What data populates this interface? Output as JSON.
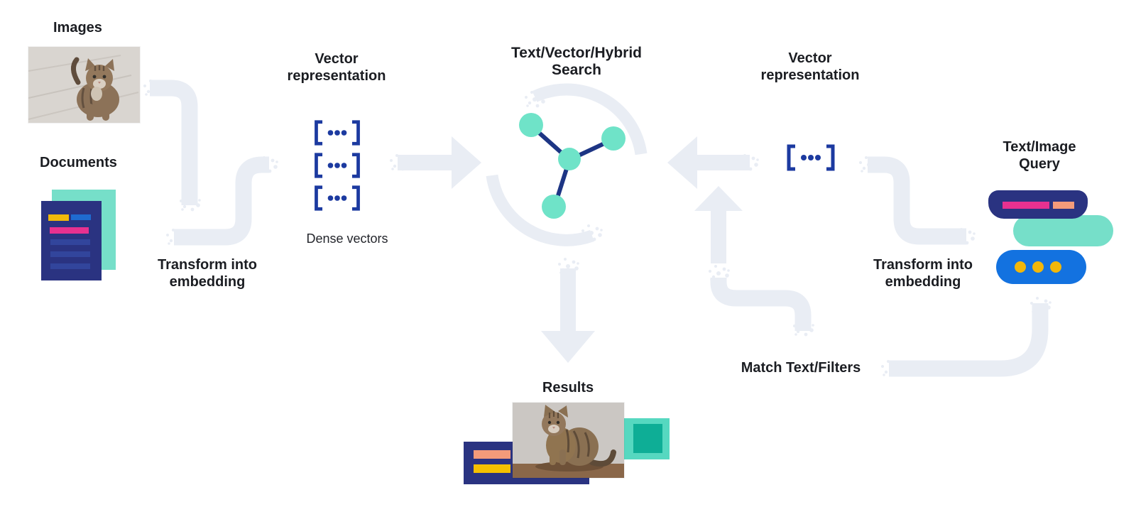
{
  "labels": {
    "images": "Images",
    "documents": "Documents",
    "vector_representation_left": {
      "line1": "Vector",
      "line2": "representation"
    },
    "dense_vectors": "Dense vectors",
    "transform_embedding_left": {
      "line1": "Transform into",
      "line2": "embedding"
    },
    "search_title": {
      "line1": "Text/Vector/Hybrid",
      "line2": "Search"
    },
    "vector_representation_right": {
      "line1": "Vector",
      "line2": "representation"
    },
    "text_image_query": {
      "line1": "Text/Image",
      "line2": "Query"
    },
    "transform_embedding_right": {
      "line1": "Transform into",
      "line2": "embedding"
    },
    "match_text_filters": "Match Text/Filters",
    "results": "Results"
  },
  "colors": {
    "pipe": "#E9EDF4",
    "ink": "#1B1D22",
    "navy": "#2A3381",
    "doc_bar": "#32459C",
    "doc_yellow": "#F0B90B",
    "doc_blue": "#1F6BD0",
    "pink": "#E73190",
    "salmon": "#F49B7A",
    "mint": "#76DFC9",
    "node_teal": "#6FE3C8",
    "edge_navy": "#1D3584",
    "bracket_blue": "#1C3AA0",
    "query_blue": "#1372E0",
    "dot_yellow": "#F2B70A",
    "result_teal": "#56D8C0",
    "result_teal_dark": "#0EAE96",
    "result_yellow": "#F5C000"
  },
  "icons": {
    "cat_photo": "photo of a kitten",
    "documents_icon": "stacked document pages",
    "vector_bracket_icon": "dense vector in brackets",
    "search_graph_icon": "network graph of connected nodes",
    "flow_arrow_icon": "process flow arrow",
    "flow_pipe": "rounded flow connector",
    "query_pills_icon": "stacked query bars",
    "result_collage_icon": "search result collage"
  }
}
